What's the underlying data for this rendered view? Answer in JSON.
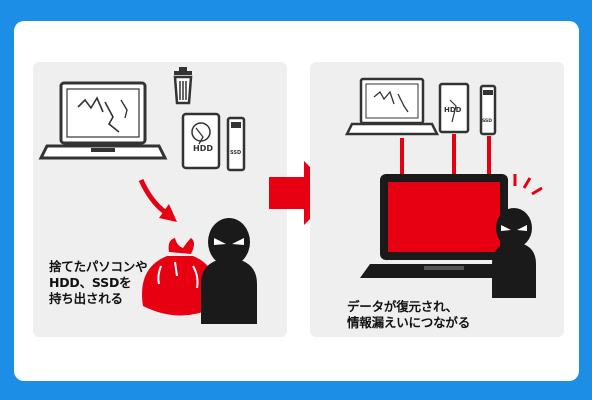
{
  "left_panel": {
    "caption_lines": [
      "捨てたパソコンや",
      "HDD、SSDを",
      "持ち出される"
    ]
  },
  "right_panel": {
    "caption_lines": [
      "データが復元され、",
      "情報漏えいにつながる"
    ]
  },
  "device_labels": {
    "hdd": "HDD",
    "ssd": "SSD"
  },
  "colors": {
    "frame": "#1c8ee6",
    "panel": "#efefef",
    "accent": "#e60012",
    "figure": "#1a1a1a"
  }
}
